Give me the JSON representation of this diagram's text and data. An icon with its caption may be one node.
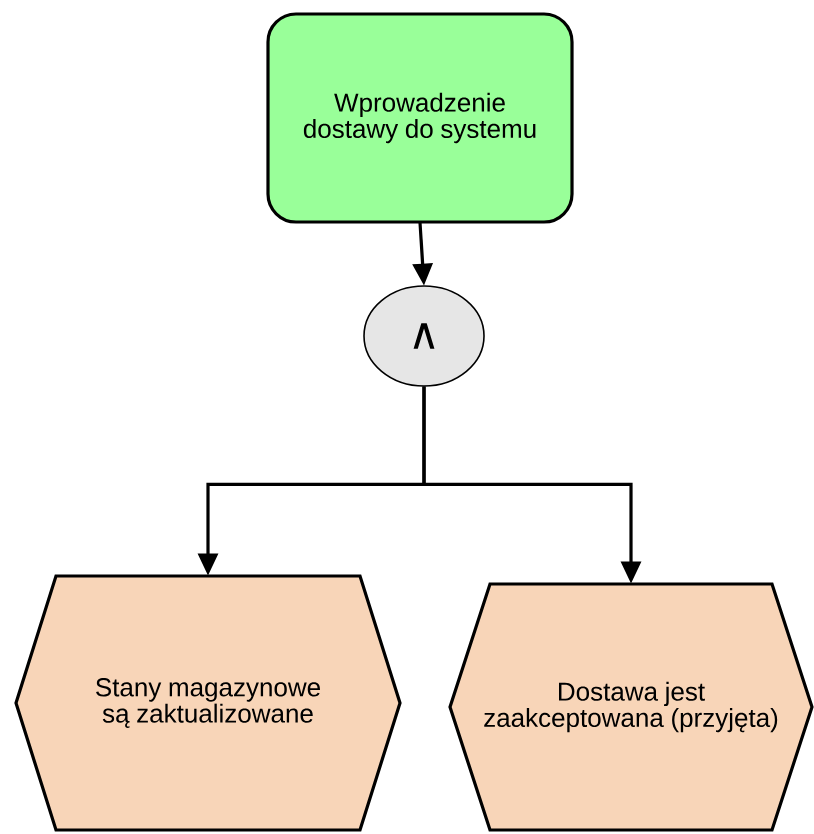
{
  "diagram": {
    "nodes": [
      {
        "text": [
          "Wprowadzenie dostawy do systemu"
        ]
      },
      {
        "text": [
          "∧"
        ]
      },
      {
        "text": [
          "Stany magazynowe są zaktualizowane"
        ]
      },
      {
        "text": [
          "Dostawa jest zaakceptowana (przyjęta)"
        ]
      }
    ],
    "edges": [
      {
        "from": 0,
        "to": 1,
        "arrow": "to"
      },
      {
        "from": 1,
        "to": 2,
        "arrow": "to"
      },
      {
        "from": 1,
        "to": 3,
        "arrow": "to"
      }
    ]
  }
}
